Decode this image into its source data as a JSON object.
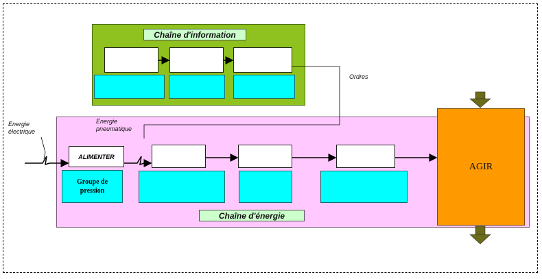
{
  "info_chain": {
    "title": "Chaîne d'information"
  },
  "energy_chain": {
    "title": "Chaîne d'énergie"
  },
  "labels": {
    "energie_electrique": [
      "Energie",
      "électrique"
    ],
    "energie_pneumatique": [
      "Energie",
      "pneumatique"
    ],
    "ordres": "Ordres"
  },
  "blocks": {
    "alimenter": "ALIMENTER",
    "groupe_pression": [
      "Groupe de",
      "pression"
    ],
    "agir": "AGIR"
  },
  "colors": {
    "info_bg": "#8fc21f",
    "energy_bg": "#ffc8ff",
    "function_box": "#00ffff",
    "agir_bg": "#ff9900",
    "arrow_olive": "#6b6b1a"
  }
}
